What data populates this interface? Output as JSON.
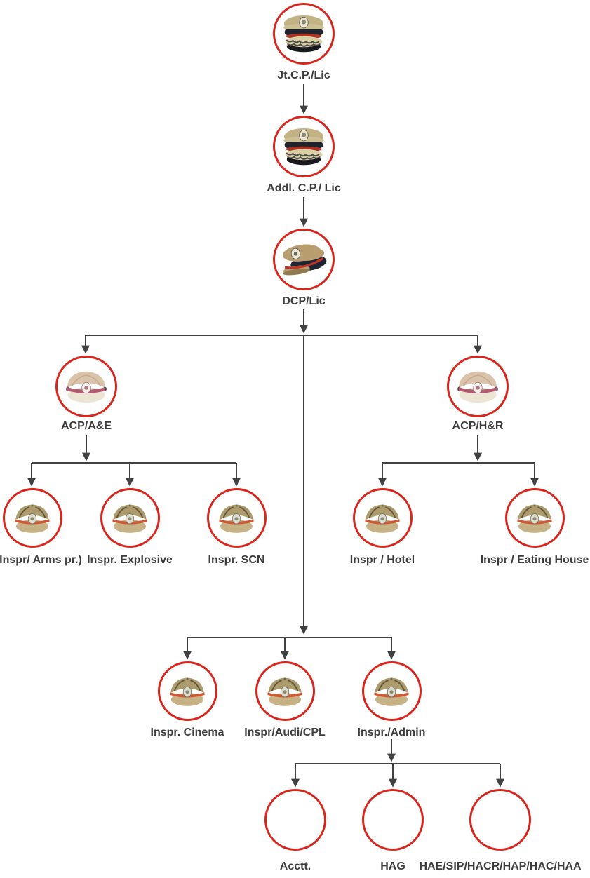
{
  "theme": {
    "background": "#ffffff",
    "circle_red": "#d9251c",
    "connector_color": "#3f4143",
    "label_color": "#3d3d3d"
  },
  "org_chart": {
    "nodes": [
      {
        "id": "jtcp",
        "label": "Jt.C.P./Lic",
        "icon": "senior-officer-cap-icon"
      },
      {
        "id": "addlcp",
        "label": "Addl. C.P./ Lic",
        "icon": "senior-officer-cap-icon"
      },
      {
        "id": "dcp",
        "label": "DCP/Lic",
        "icon": "dcp-cap-icon"
      },
      {
        "id": "acp-ae",
        "label": "ACP/A&E",
        "icon": "acp-cap-icon"
      },
      {
        "id": "acp-hr",
        "label": "ACP/H&R",
        "icon": "acp-cap-icon"
      },
      {
        "id": "insp-arms",
        "label": "Inspr/ Arms pr.)",
        "icon": "inspector-cap-icon"
      },
      {
        "id": "insp-explosive",
        "label": "Inspr. Explosive",
        "icon": "inspector-cap-icon"
      },
      {
        "id": "insp-scn",
        "label": "Inspr. SCN",
        "icon": "inspector-cap-icon"
      },
      {
        "id": "insp-hotel",
        "label": "Inspr / Hotel",
        "icon": "inspector-cap-icon"
      },
      {
        "id": "insp-eating",
        "label": "Inspr / Eating House",
        "icon": "inspector-cap-icon"
      },
      {
        "id": "insp-cinema",
        "label": "Inspr. Cinema",
        "icon": "inspector-cap-icon"
      },
      {
        "id": "insp-audi",
        "label": "Inspr/Audi/CPL",
        "icon": "inspector-cap-icon"
      },
      {
        "id": "insp-admin",
        "label": "Inspr./Admin",
        "icon": "inspector-cap-icon"
      },
      {
        "id": "acctt",
        "label": "Acctt.",
        "icon": "none"
      },
      {
        "id": "hag",
        "label": "HAG",
        "icon": "none"
      },
      {
        "id": "staff-pool",
        "label": "HAE/SIP/HACR/HAP/HAC/HAA",
        "icon": "none"
      }
    ]
  }
}
